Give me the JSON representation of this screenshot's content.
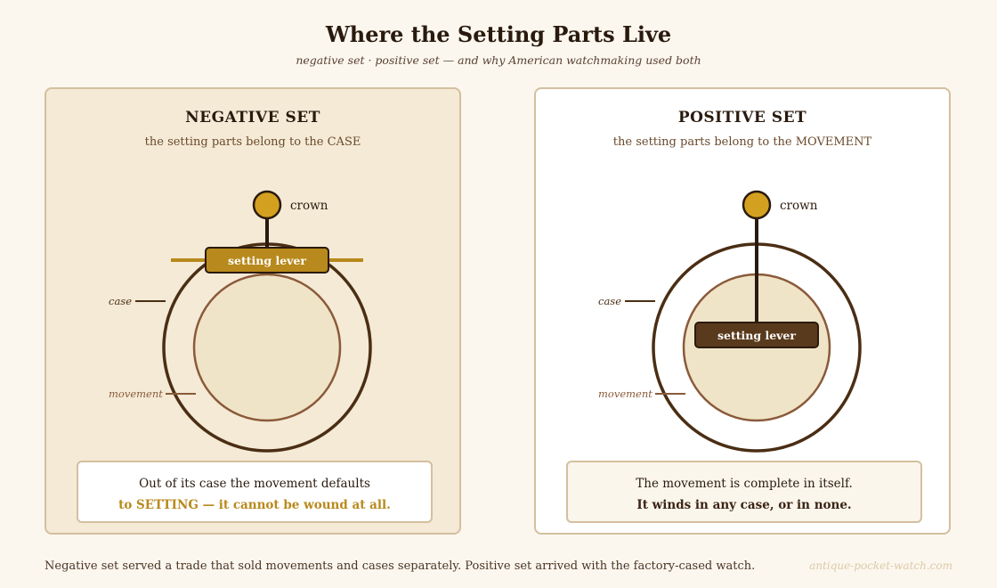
{
  "header": {
    "title": "Where the Setting Parts Live",
    "subtitle": "negative set  ·  positive set  —  and why American watchmaking used both"
  },
  "panels": {
    "negative": {
      "title": "NEGATIVE SET",
      "subtitle": "the setting parts belong to the CASE",
      "crown_label": "crown",
      "lever_label": "setting lever",
      "case_label": "case",
      "movement_label": "movement",
      "note_line1": "Out of its case the movement defaults",
      "note_line2": "to SETTING — it cannot be wound at all."
    },
    "positive": {
      "title": "POSITIVE SET",
      "subtitle": "the setting parts belong to the MOVEMENT",
      "crown_label": "crown",
      "lever_label": "setting lever",
      "case_label": "case",
      "movement_label": "movement",
      "note_line1": "The movement is complete in itself.",
      "note_line2": "It winds in any case, or in none."
    }
  },
  "footer": {
    "text": "Negative set served a trade that sold movements and cases separately. Positive set arrived with the factory-cased watch.",
    "watermark": "antique-pocket-watch.com"
  },
  "colors": {
    "gold": "#d4a020",
    "dark_brown": "#4a2e14",
    "movement_fill": "#f0e4c8",
    "lever_gold": "#b8891c",
    "lever_brown": "#5a3a1c"
  }
}
